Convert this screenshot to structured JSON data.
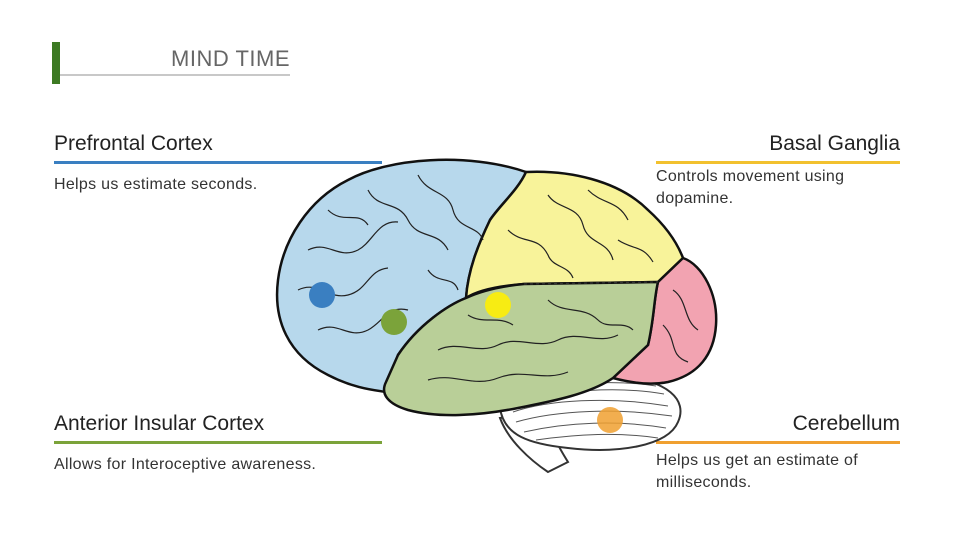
{
  "header": {
    "title": "MIND TIME"
  },
  "regions": {
    "prefrontal": {
      "title": "Prefrontal Cortex",
      "desc": "Helps us estimate seconds.",
      "color": "#3a7fc1"
    },
    "basal": {
      "title": "Basal Ganglia",
      "desc": "Controls movement using dopamine.",
      "color": "#f2c12e"
    },
    "insular": {
      "title": "Anterior Insular Cortex",
      "desc": "Allows for Interoceptive awareness.",
      "color": "#7ba33a"
    },
    "cerebellum": {
      "title": "Cerebellum",
      "desc": "Helps us get an estimate of milliseconds.",
      "color": "#f0a030"
    }
  },
  "brain_colors": {
    "frontal": "#b7d8ec",
    "parietal": "#f8f39a",
    "temporal": "#b9cf98",
    "occipital": "#f2a3b1",
    "cerebellum": "#ffffff",
    "stem": "#ffffff",
    "dot_prefrontal": "#3a7fc1",
    "dot_insular": "#7ba33a",
    "dot_basal": "#f7ec13",
    "dot_cerebellum": "#f0a030"
  }
}
